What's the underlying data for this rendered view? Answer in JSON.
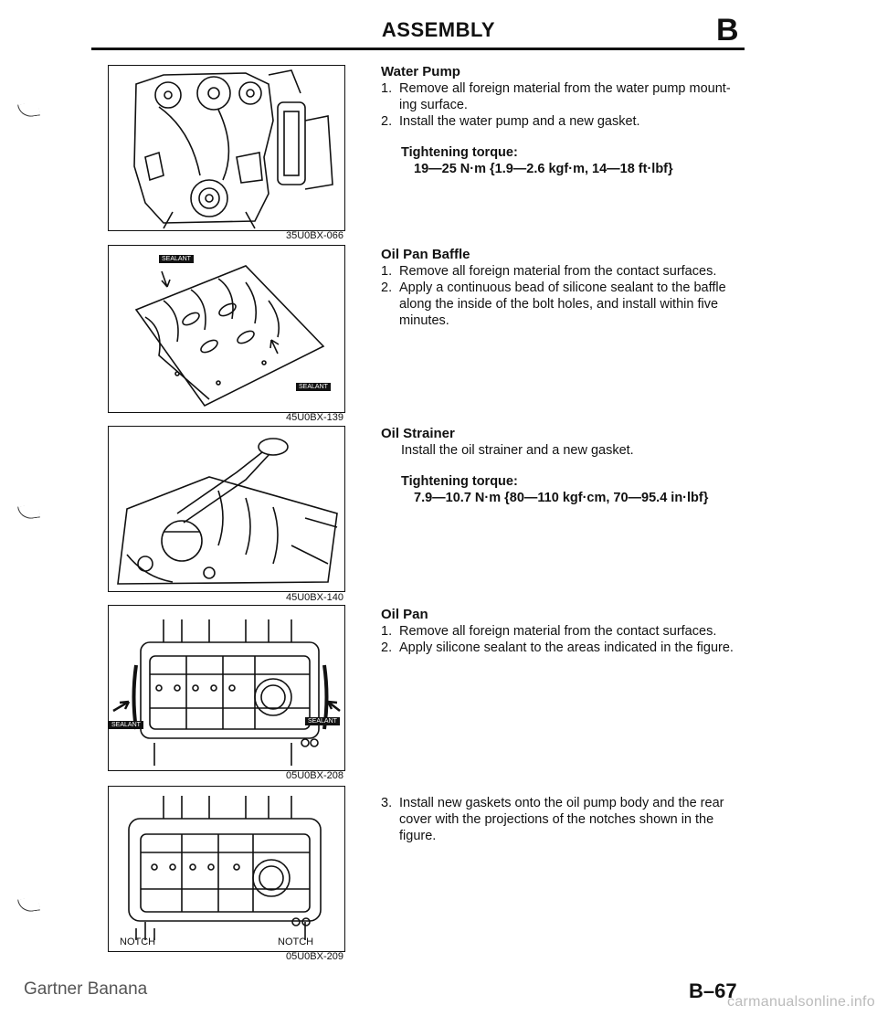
{
  "header": {
    "title": "ASSEMBLY",
    "section": "B"
  },
  "figures": [
    {
      "code": "35U0BX-066"
    },
    {
      "code": "45U0BX-139",
      "badge_top": "SEALANT",
      "badge_bottom": "SEALANT"
    },
    {
      "code": "45U0BX-140"
    },
    {
      "code": "05U0BX-208",
      "badge_left": "SEALANT",
      "badge_right": "SEALANT"
    },
    {
      "code": "05U0BX-209",
      "label_left": "NOTCH",
      "label_right": "NOTCH"
    }
  ],
  "sections": {
    "water_pump": {
      "title": "Water Pump",
      "steps": [
        {
          "num": "1.",
          "text": "Remove all foreign material from the water pump mount-ing surface."
        },
        {
          "num": "2.",
          "text": "Install the water pump and a new gasket."
        }
      ],
      "torque_label": "Tightening torque:",
      "torque_value": "19—25 N·m {1.9—2.6 kgf·m, 14—18 ft·lbf}"
    },
    "oil_pan_baffle": {
      "title": "Oil Pan Baffle",
      "steps": [
        {
          "num": "1.",
          "text": "Remove all foreign material from the contact surfaces."
        },
        {
          "num": "2.",
          "text": "Apply a continuous bead of silicone sealant to the baffle along the inside of the bolt holes, and install within five minutes."
        }
      ]
    },
    "oil_strainer": {
      "title": "Oil Strainer",
      "text": "Install the oil strainer and a new gasket.",
      "torque_label": "Tightening torque:",
      "torque_value": "7.9—10.7 N·m {80—110 kgf·cm, 70—95.4 in·lbf}"
    },
    "oil_pan": {
      "title": "Oil Pan",
      "steps": [
        {
          "num": "1.",
          "text": "Remove all foreign material from the contact surfaces."
        },
        {
          "num": "2.",
          "text": "Apply silicone sealant to the areas indicated in the figure."
        }
      ]
    },
    "oil_pan_step3": {
      "num": "3.",
      "text": "Install new gaskets onto the oil pump body and the rear cover with the projections of the notches shown in the figure."
    }
  },
  "footer": {
    "watermark": "Gartner Banana",
    "page_number": "B–67",
    "site": "carmanualsonline.info"
  }
}
